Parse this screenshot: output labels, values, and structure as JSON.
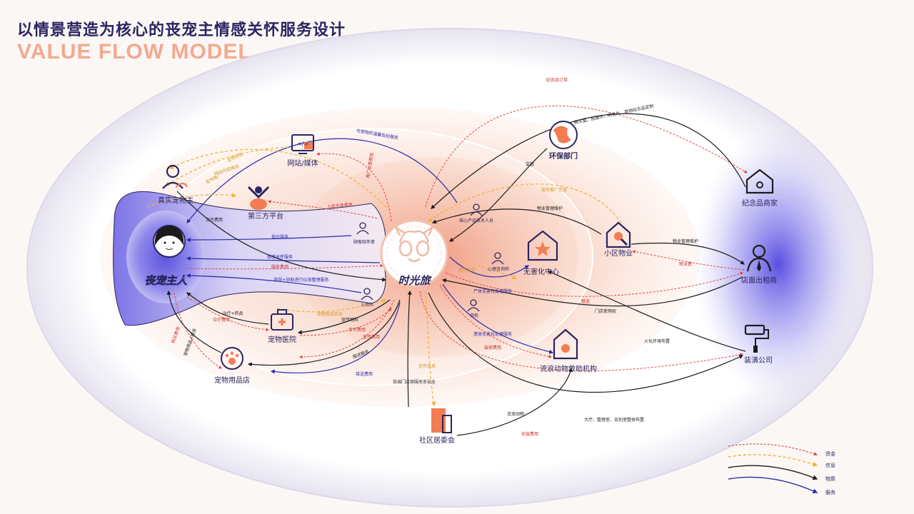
{
  "title": "以情景营造为核心的丧宠主情感关怀服务设计",
  "subtitle": "VALUE FLOW MODEL",
  "colors": {
    "money": "#e03a3a",
    "info": "#f2b437",
    "material": "#1c1c1c",
    "service": "#2b2ba8",
    "navy": "#2a2560"
  },
  "nodes": {
    "center": "时光旅",
    "owner": "丧宠主人",
    "real_owner": "真实宠物主",
    "website": "网站/媒体",
    "third_party": "第三方平台",
    "clinic": "宠物医院",
    "shop": "宠物用品店",
    "env": "环保部门",
    "harmless": "无害化中心",
    "property": "小区物业",
    "souvenir": "纪念品商家",
    "landlord": "店面出租商",
    "decor": "装潢公司",
    "rescue": "流浪动物救助机构",
    "community": "社区居委会",
    "staff_core": "核心产品技术人员",
    "staff_guide": "顾客陪伴者",
    "staff_counsel": "心理咨询师",
    "staff_embalm": "入殓师",
    "staff_driver": "司机"
  },
  "flows": {
    "f1": "与宠物的温馨告别服务",
    "f2": "推广运营费用",
    "f3": "入驻手续费用",
    "f4": "网站内容推送",
    "f5": "指引服务",
    "f6": "情感关怀服务",
    "f7": "服务费用",
    "f8": "指导+协助进行仪容整理服务",
    "f9": "治疗+药品",
    "f10": "诊疗费用",
    "f11": "宣传物料",
    "f12": "合作费用",
    "f13": "接送服务",
    "f14": "宣传信息",
    "f15": "协调门店周围关系安全",
    "f16": "安装费用",
    "f17": "纪念品订单",
    "f18": "骨灰盒、纸摆件、明信片、其他纪念品定制",
    "f19": "监管",
    "f20": "物业管理维护",
    "f21": "物业管理维护",
    "f22": "物业费",
    "f23": "租金",
    "f24": "门店使用权",
    "f25": "尸体无害化处理服务",
    "f26": "遗体无害化处理服务",
    "f27": "装修费用",
    "f28": "火化环境布置",
    "f29": "大厅、整理室、告别室整体布置",
    "f30": "流浪动物",
    "f31": "宣传费用",
    "f32": "接送费用",
    "f33": "宣传合作",
    "f34": "宠物用品信息",
    "f35": "宠物信息",
    "f36": "服务推广信息",
    "f37": "宠物用品+服务",
    "f38": "购买费用",
    "f39": "宣传推广",
    "f40": "合作费用"
  },
  "legend": [
    "资金",
    "信息",
    "物质",
    "服务"
  ]
}
